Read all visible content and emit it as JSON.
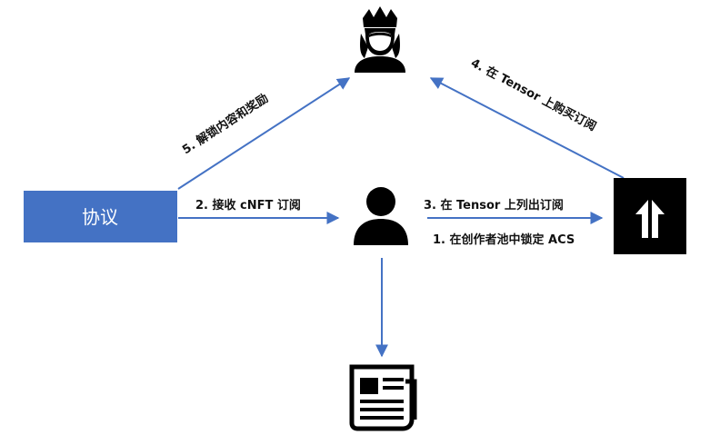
{
  "nodes": {
    "protocol": {
      "label": "协议",
      "color": "#4472c4"
    },
    "creator": {
      "icon": "queen-icon"
    },
    "user": {
      "icon": "person-icon"
    },
    "tensor": {
      "icon": "tensor-logo-icon",
      "color": "#000000"
    },
    "content": {
      "icon": "newspaper-icon"
    }
  },
  "edges": {
    "step1": "1. 在创作者池中锁定 ACS",
    "step2": "2. 接收 cNFT 订阅",
    "step3": "3. 在 Tensor 上列出订阅",
    "step4": "4. 在 Tensor 上购买订阅",
    "step5": "5. 解锁内容和奖励"
  },
  "colors": {
    "arrow": "#4472c4",
    "text": "#111111"
  }
}
